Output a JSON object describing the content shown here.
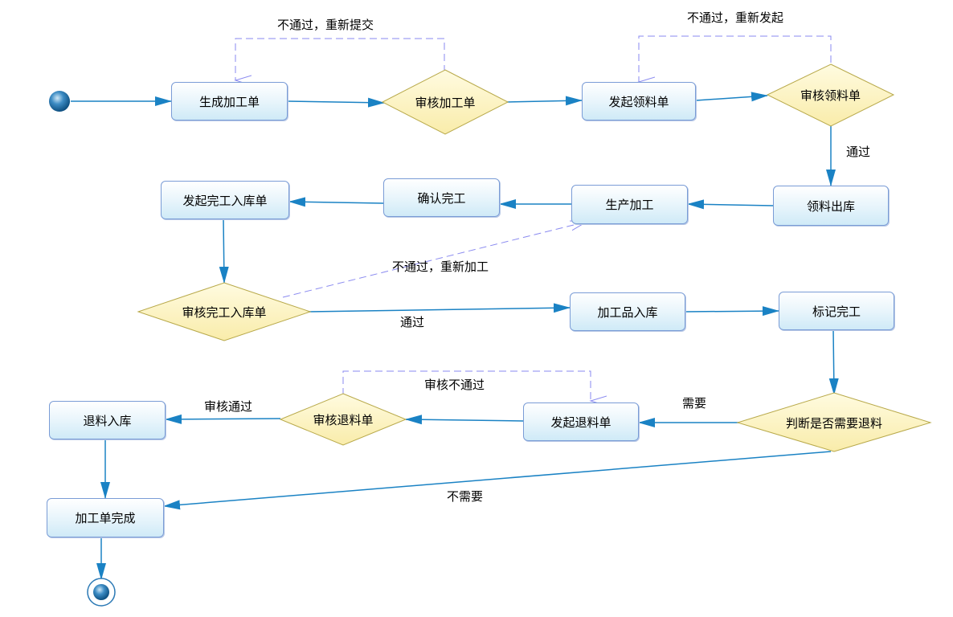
{
  "nodes": {
    "gen_order": "生成加工单",
    "review_order": "审核加工单",
    "issue_requisition": "发起领料单",
    "review_requisition": "审核领料单",
    "material_out": "领料出库",
    "production": "生产加工",
    "confirm_done": "确认完工",
    "issue_stockin": "发起完工入库单",
    "review_stockin": "审核完工入库单",
    "product_stockin": "加工品入库",
    "mark_done": "标记完工",
    "need_return": "判断是否需要退料",
    "issue_return": "发起退料单",
    "review_return": "审核退料单",
    "return_stockin": "退料入库",
    "order_complete": "加工单完成"
  },
  "edge_labels": {
    "reject_resubmit": "不通过，重新提交",
    "reject_reissue": "不通过，重新发起",
    "pass_1": "通过",
    "reject_reprocess": "不通过，重新加工",
    "pass_2": "通过",
    "review_reject": "审核不通过",
    "need": "需要",
    "review_pass": "审核通过",
    "no_need": "不需要"
  },
  "colors": {
    "flow_line": "#1a82c4",
    "dashed_line": "#8a8af0",
    "box_border": "#7a9cd6",
    "decision_fill": "#fdf3b6",
    "decision_border": "#b8a94a"
  }
}
